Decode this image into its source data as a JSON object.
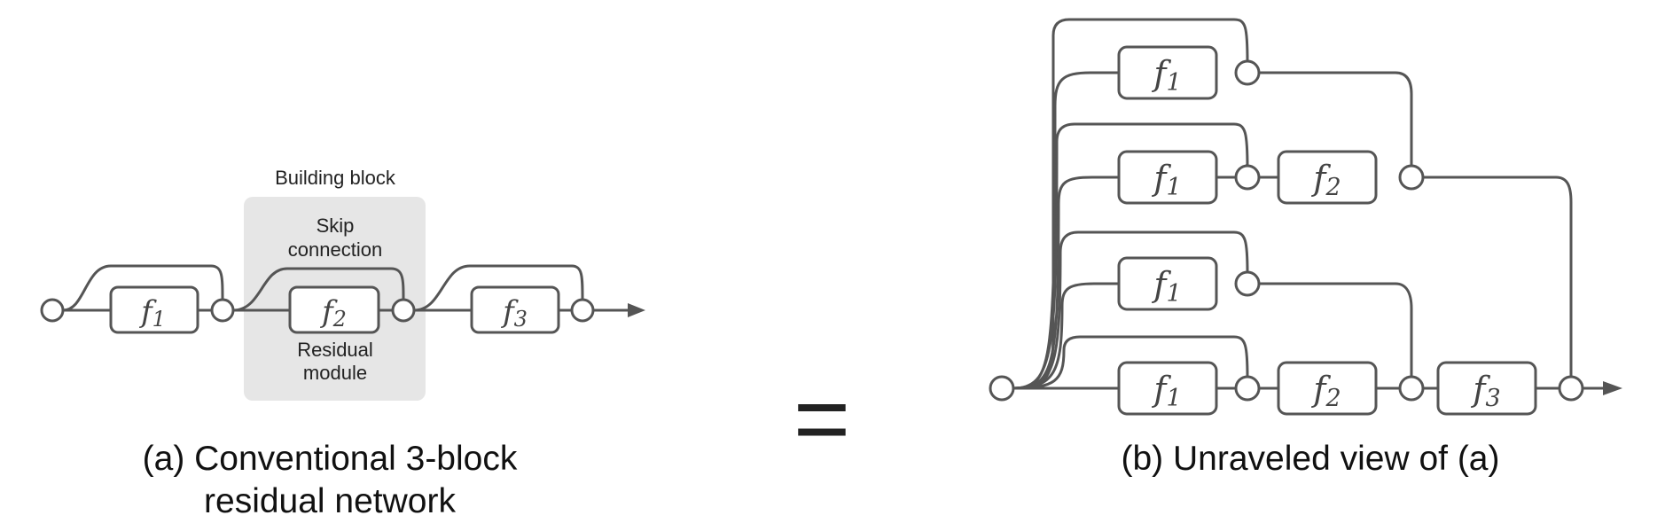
{
  "left": {
    "building_block_label": "Building block",
    "skip_label": [
      "Skip",
      "connection"
    ],
    "residual_label": [
      "Residual",
      "module"
    ],
    "caption": [
      "(a) Conventional 3-block",
      "residual network"
    ],
    "blocks": [
      {
        "name": "f",
        "sub": "1"
      },
      {
        "name": "f",
        "sub": "2"
      },
      {
        "name": "f",
        "sub": "3"
      }
    ]
  },
  "equals_sign": "=",
  "right": {
    "caption": "(b) Unraveled view of (a)",
    "rows": [
      [
        {
          "name": "f",
          "sub": "1"
        }
      ],
      [
        {
          "name": "f",
          "sub": "1"
        },
        {
          "name": "f",
          "sub": "2"
        }
      ],
      [
        {
          "name": "f",
          "sub": "1"
        }
      ],
      [
        {
          "name": "f",
          "sub": "1"
        },
        {
          "name": "f",
          "sub": "2"
        },
        {
          "name": "f",
          "sub": "3"
        }
      ]
    ]
  },
  "colors": {
    "line": "#555555",
    "building_block_fill": "#e6e6e6"
  }
}
